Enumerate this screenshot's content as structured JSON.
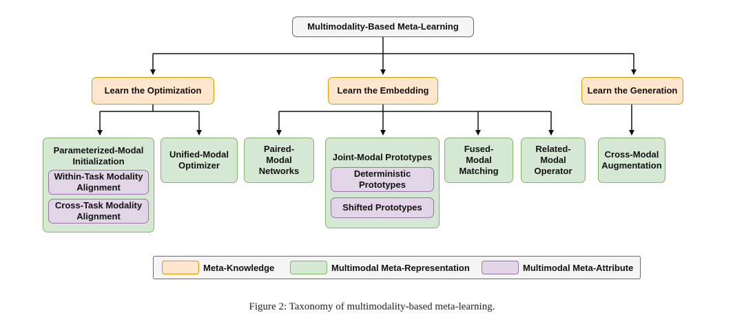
{
  "root": "Multimodality-Based Meta-Learning",
  "level1": {
    "optimization": "Learn the Optimization",
    "embedding": "Learn the Embedding",
    "generation": "Learn the Generation"
  },
  "level2": {
    "parameterized": "Parameterized-Modal Initialization",
    "within_task": "Within-Task Modality Alignment",
    "cross_task": "Cross-Task Modality Alignment",
    "unified": "Unified-Modal Optimizer",
    "paired": "Paired-Modal Networks",
    "joint": "Joint-Modal Prototypes",
    "deterministic": "Deterministic Prototypes",
    "shifted": "Shifted Prototypes",
    "fused": "Fused-Modal Matching",
    "related": "Related-Modal Operator",
    "cross_modal": "Cross-Modal Augmentation"
  },
  "legend": {
    "meta_knowledge": "Meta-Knowledge",
    "representation": "Multimodal Meta-Representation",
    "attribute": "Multimodal Meta-Attribute"
  },
  "colors": {
    "meta_knowledge_fill": "#ffe6cc",
    "meta_knowledge_stroke": "#d79b00",
    "representation_fill": "#d5e8d4",
    "representation_stroke": "#82b366",
    "attribute_fill": "#e1d5e7",
    "attribute_stroke": "#9673a6"
  },
  "caption": "Figure 2: Taxonomy of multimodality-based meta-learning."
}
